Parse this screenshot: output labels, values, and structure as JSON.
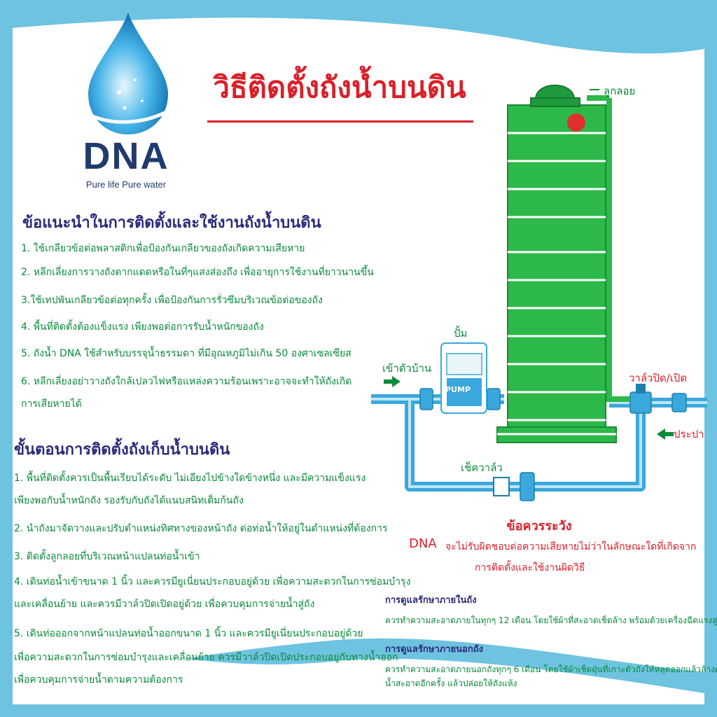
{
  "brand": {
    "name": "DNA",
    "tagline": "Pure life Pure water"
  },
  "title": "วิธีติดตั้งถังน้ำบนดิน",
  "advice": {
    "heading": "ข้อแนะนำในการติดตั้งและใช้งานถังน้ำบนดิน",
    "items": [
      "1. ใช้เกลียวข้อต่อพลาสติกเพื่อป้องกันเกลียวของถังเกิดความเสียหาย",
      "2. หลีกเลี่ยงการวางถังตากแดดหรือในที่ๆแสงส่องถึง เพื่ออายุการใช้งานที่ยาวนานขึ้น",
      "3.ใช้เทปพันเกลียวข้อต่อทุกครั้ง เพื่อป้องกันการรั่วซึมบริเวณข้อต่อของถัง",
      "4. พื้นที่ติดตั้งต้องแข็งแรง เพียงพอต่อการรับน้ำหนักของถัง",
      "5. ถังน้ำ DNA   ใช้สำหรับบรรจุน้ำธรรมดา ที่มีอุณหภูมิไม่เกิน 50 องศาเซลเซียส",
      "6. หลีกเลี่ยงอย่าวางถังใกล้เปลวไฟหรือแหล่งความร้อนเพราะอาจจะทำให้ถังเกิด",
      "   การเสียหายได้"
    ]
  },
  "steps": {
    "heading": "ขั้นตอนการติดตั้งถังเก็บน้ำบนดิน",
    "items": [
      "1. พื้นที่ติดตั้งควรเป็นพื้นเรียบได้ระดับ ไม่เอียงไปข้างใดข้างหนึ่ง และมีความแข็งแรง",
      "   เพียงพอกับน้ำหนักถัง รองรับกับถังได้แนบสนิทเต็มก้นถัง",
      "2. นำถังมาจัดวางและปรับตำแหน่งทิศทางของหน้าถัง ต่อท่อน้ำให้อยู่ในตำแหน่งที่ต้องการ",
      "3. ติดตั้งลูกลอยที่บริเวณหน้าแปลนท่อน้ำเข้า",
      "4. เดินท่อน้ำเข้าขนาด 1 นิ้ว และควรมียูเนี่ยนประกอบอยู่ด้วย เพื่อความสะดวกในการซ่อมบำรุง",
      "   และเคลื่อนย้าย และควรมีวาล์วปิดเปิดอยู่ด้วย เพื่อควบคุมการจ่ายน้ำสู่ถัง",
      "5. เดินท่อออกจากหน้าแปลนท่อน้ำออกขนาด 1 นิ้ว และควรมียูเนี่ยนประกอบอยู่ด้วย",
      "   เพื่อความสะดวกในการซ่อมบำรุงและเคลื่อนย้าย ควรมีวาล์วปิดเปิดประกอบอยู่กับทางน้ำออก",
      "   เพื่อควบคุมการจ่ายน้ำตามความต้องการ"
    ]
  },
  "diagram": {
    "float_label": "ลูกลอย",
    "pump_label": "ปั้ม",
    "pump_text": "PUMP",
    "house_label": "เข้าตัวบ้าน",
    "valve_label": "วาล์วปิด/เปิด",
    "mains_label": "ประปา",
    "check_valve_label": "เช็ควาล์ว"
  },
  "warning": {
    "title": "ข้อควรระวัง",
    "brand": "DNA",
    "line1": "จะไม่รับผิดชอบต่อความเสียหายไม่ว่าในลักษณะใดที่เกิดจาก",
    "line2": "การติดตั้งและใช้งานผิดวิธี"
  },
  "care": {
    "inside_title": "การดูแลรักษาภายในถัง",
    "inside_text": "ควรทำความสะอาดภายในทุกๆ 12 เดือน โดยใช้ผ้าที่สะอาดเช็ดล้าง พร้อมด้วยเครื่องฉีดแรงสูง",
    "outside_title": "การดูแลรักษาภายนอกถัง",
    "outside_text1": "ควรทำความสะอาดภายนอกถังทุกๆ 6 เดือน โดยใช้ผ้าเช็ดฝุ่นที่เกาะตัวถังให้หลุดออกแล้วล้างด้วย",
    "outside_text2": "น้ำสะอาดอีกครั้ง แล้วปล่อยให้ถังแห้ง"
  },
  "colors": {
    "title_red": "#d9202a",
    "heading_navy": "#2a2a7a",
    "text_green": "#0a8a3a",
    "wave_blue": "#6ec3e0",
    "pipe_blue": "#3aa8dc",
    "tank_green": "#2db84a"
  }
}
